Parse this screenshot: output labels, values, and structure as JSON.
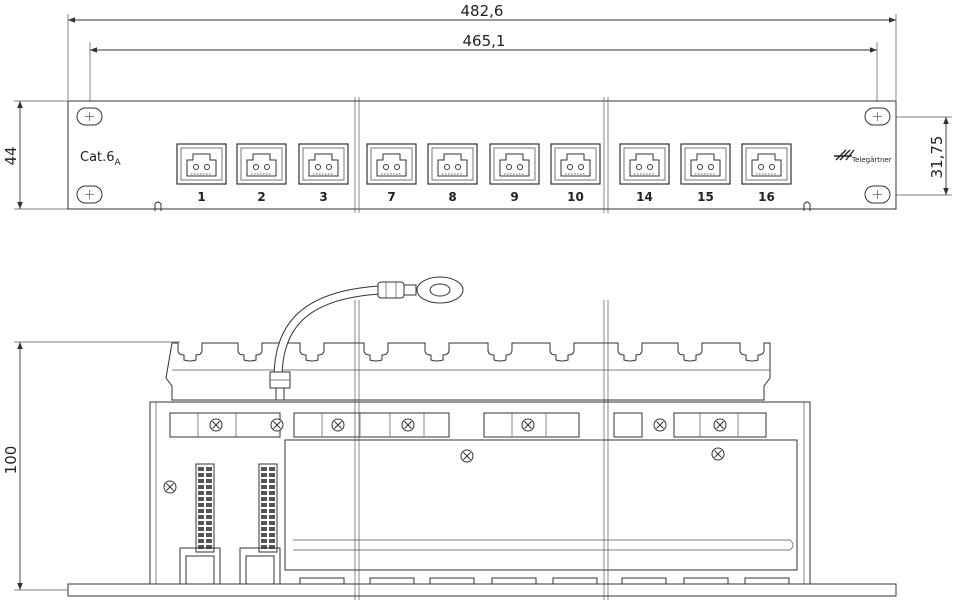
{
  "dimensions": {
    "overall_width": "482,6",
    "mounting_hole_spacing": "465,1",
    "panel_height": "44",
    "hole_vertical_spacing": "31,75",
    "panel_depth": "100"
  },
  "panel": {
    "category_label": "Cat.6",
    "category_subscript": "A",
    "brand": "Telegärtner"
  },
  "ports": [
    "1",
    "2",
    "3",
    "7",
    "8",
    "9",
    "10",
    "14",
    "15",
    "16"
  ]
}
